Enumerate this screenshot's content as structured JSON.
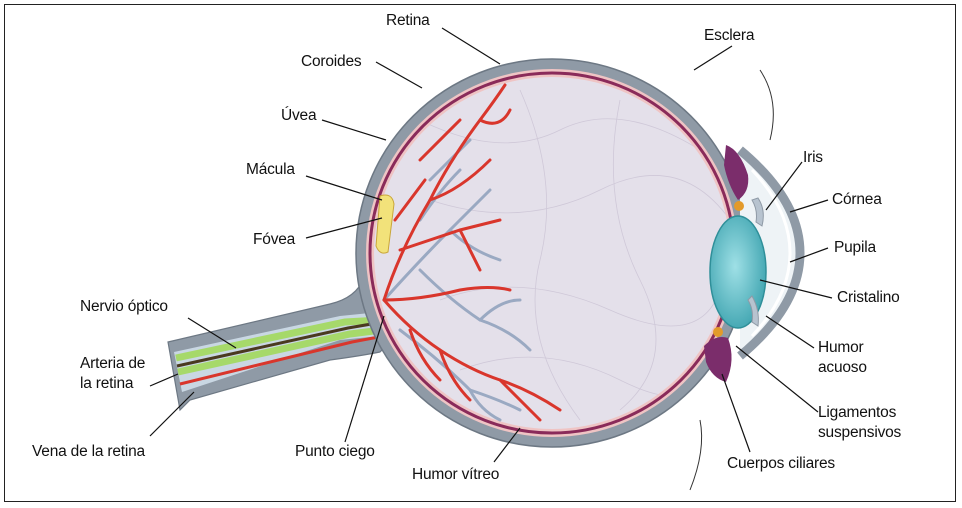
{
  "labels": {
    "retina": "Retina",
    "esclera": "Esclera",
    "coroides": "Coroides",
    "uvea": "Úvea",
    "macula": "Mácula",
    "fovea": "Fóvea",
    "iris": "Iris",
    "cornea": "Córnea",
    "pupila": "Pupila",
    "cristalino": "Cristalino",
    "nervio_optico": "Nervio óptico",
    "arteria_l1": "Arteria de",
    "arteria_l2": "la retina",
    "vena": "Vena de la retina",
    "humor_acuoso_l1": "Humor",
    "humor_acuoso_l2": "acuoso",
    "ligamentos_l1": "Ligamentos",
    "ligamentos_l2": "suspensivos",
    "punto_ciego": "Punto ciego",
    "cuerpos_ciliares": "Cuerpos ciliares",
    "humor_vitreo": "Humor vítreo"
  },
  "colors": {
    "sclera": "#8f9aa6",
    "sclera_edge": "#6d7884",
    "choroid": "#efc4c4",
    "retina_line": "#8a2b5a",
    "vitreous": "#e4e0ea",
    "vessel_red": "#d9362c",
    "vessel_blue": "#9aa9c2",
    "lens": "#5bbcc6",
    "ciliary": "#7b2d6b",
    "ligament": "#e39a2a",
    "nerve_green": "#a6d96a",
    "macula_yellow": "#f2e27a"
  }
}
